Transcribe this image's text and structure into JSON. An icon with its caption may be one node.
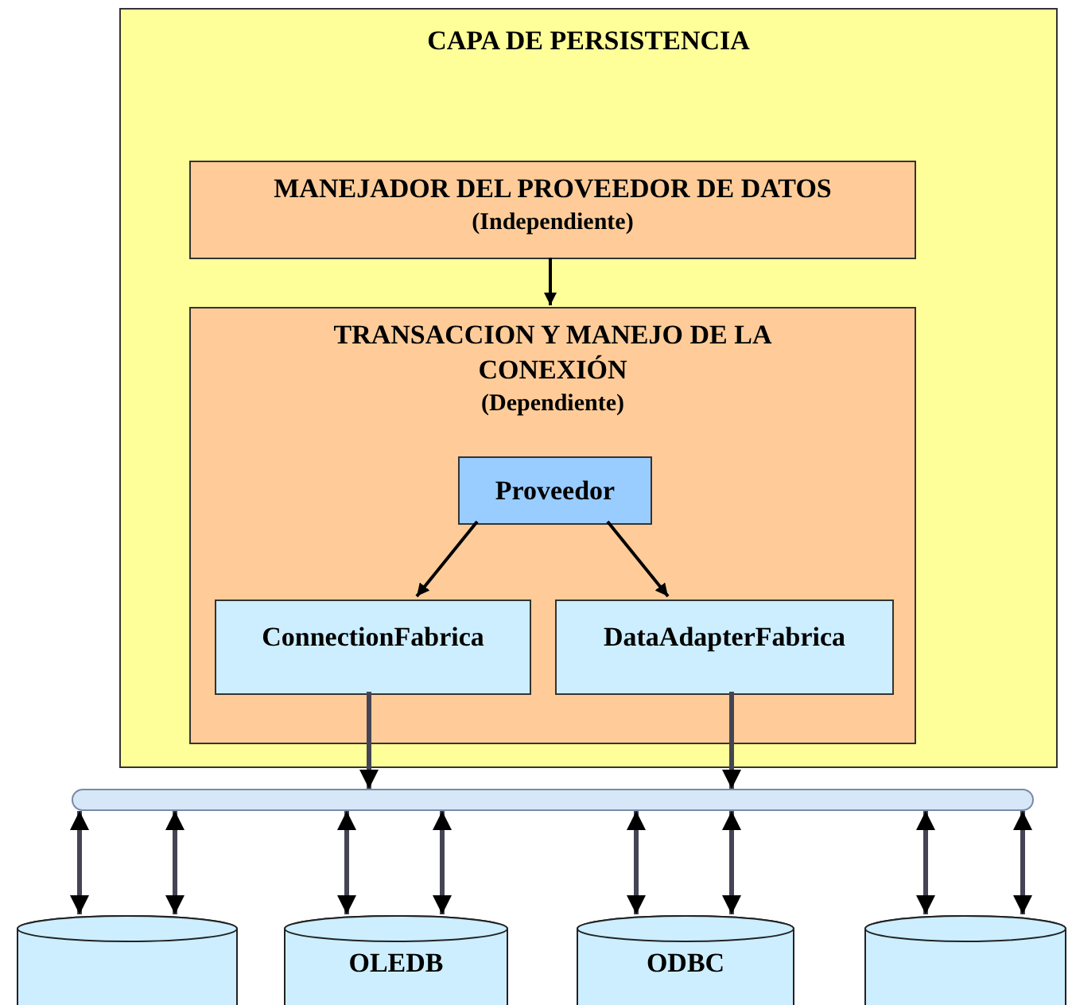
{
  "diagram": {
    "nodes": [
      {
        "text": [
          "CAPA DE PERSISTENCIA"
        ]
      },
      {
        "text": [
          "MANEJADOR DEL PROVEEDOR DE DATOS",
          "(Independiente)"
        ],
        "in": 0
      },
      {
        "text": [
          "TRANSACCION Y MANEJO DE LA CONEXIÓN",
          "(Dependiente)"
        ],
        "in": 0
      },
      {
        "text": [
          "Proveedor"
        ],
        "in": 2
      },
      {
        "text": [
          "ConnectionFabrica"
        ],
        "in": 2
      },
      {
        "text": [
          "DataAdapterFabrica"
        ],
        "in": 2
      },
      {
        "text": [],
        "shape": "bar"
      },
      {
        "text": [],
        "shape": "cylinder"
      },
      {
        "text": [
          "OLEDB"
        ]
      },
      {
        "text": [
          "ODBC"
        ]
      },
      {
        "text": [],
        "shape": "cylinder"
      }
    ],
    "edges": [
      {
        "from": 1,
        "to": 2,
        "arrow": "to"
      },
      {
        "from": 3,
        "to": 4,
        "arrow": "to"
      },
      {
        "from": 3,
        "to": 5,
        "arrow": "to"
      },
      {
        "from": 4,
        "to": 6,
        "arrow": "to"
      },
      {
        "from": 5,
        "to": 6,
        "arrow": "to"
      },
      {
        "from": 6,
        "to": 7,
        "arrow": "both"
      },
      {
        "from": 6,
        "to": 7,
        "arrow": "both"
      },
      {
        "from": 6,
        "to": 8,
        "arrow": "both"
      },
      {
        "from": 6,
        "to": 8,
        "arrow": "both"
      },
      {
        "from": 6,
        "to": 9,
        "arrow": "both"
      },
      {
        "from": 6,
        "to": 9,
        "arrow": "both"
      },
      {
        "from": 6,
        "to": 10,
        "arrow": "both"
      },
      {
        "from": 6,
        "to": 10,
        "arrow": "both"
      }
    ]
  }
}
